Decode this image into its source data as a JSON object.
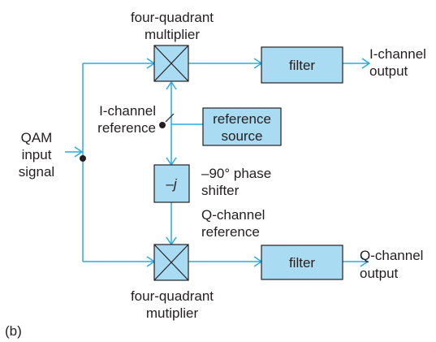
{
  "blocks": {
    "multiplier_top_label": [
      "four-quadrant",
      "multiplier"
    ],
    "multiplier_bottom_label": [
      "four-quadrant",
      "mutiplier"
    ],
    "filter_top": "filter",
    "filter_bottom": "filter",
    "reference_source": [
      "reference",
      "source"
    ],
    "phase_shifter_symbol": "–j",
    "phase_shifter_label": [
      "–90° phase",
      "shifter"
    ]
  },
  "signals": {
    "input": [
      "QAM",
      "input",
      "signal"
    ],
    "i_output": [
      "I-channel",
      "output"
    ],
    "q_output": [
      "Q-channel",
      "output"
    ],
    "i_reference": [
      "I-channel",
      "reference"
    ],
    "q_reference": [
      "Q-channel",
      "reference"
    ]
  },
  "panel_label": "(b)",
  "colors": {
    "line": "#29abe2",
    "box_fill": "#a9dcf3",
    "outline": "#231f20"
  }
}
